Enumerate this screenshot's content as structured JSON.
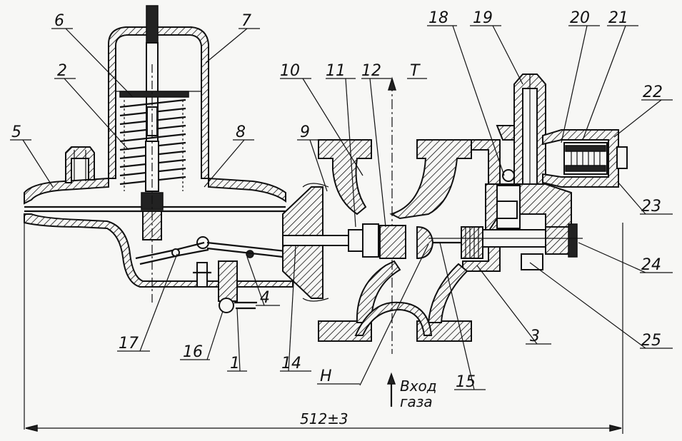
{
  "callouts": [
    "6",
    "7",
    "2",
    "5",
    "8",
    "9",
    "10",
    "11",
    "12",
    "T",
    "18",
    "19",
    "20",
    "21",
    "22",
    "23",
    "24",
    "25",
    "3",
    "15",
    "H",
    "14",
    "4",
    "1",
    "16",
    "17"
  ],
  "inlet_label": [
    "Вход",
    "газа"
  ],
  "dimension": "512±3"
}
